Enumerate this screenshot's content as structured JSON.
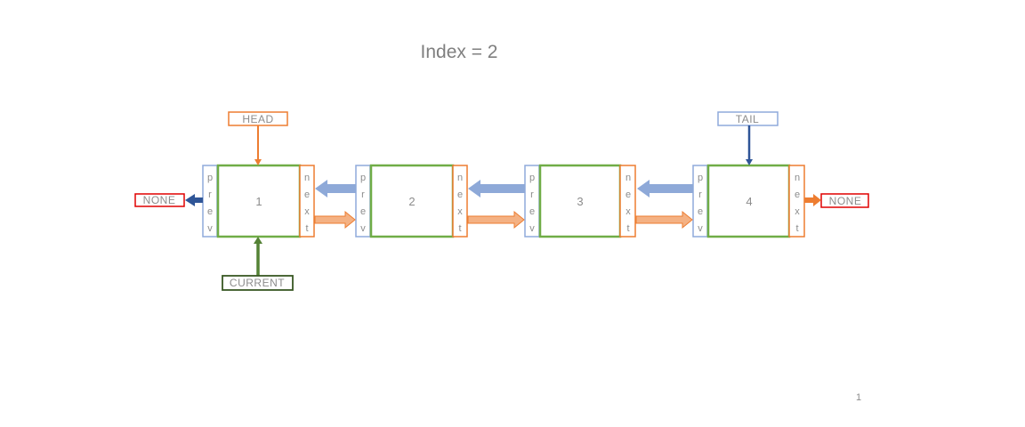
{
  "title": "Index = 2",
  "labels": {
    "head": "HEAD",
    "tail": "TAIL",
    "current": "CURRENT",
    "none_left": "NONE",
    "none_right": "NONE"
  },
  "nodes": [
    {
      "value": "1",
      "prev": [
        "p",
        "r",
        "e",
        "v"
      ],
      "next": [
        "n",
        "e",
        "x",
        "t"
      ]
    },
    {
      "value": "2",
      "prev": [
        "p",
        "r",
        "e",
        "v"
      ],
      "next": [
        "n",
        "e",
        "x",
        "t"
      ]
    },
    {
      "value": "3",
      "prev": [
        "p",
        "r",
        "e",
        "v"
      ],
      "next": [
        "n",
        "e",
        "x",
        "t"
      ]
    },
    {
      "value": "4",
      "prev": [
        "p",
        "r",
        "e",
        "v"
      ],
      "next": [
        "n",
        "e",
        "x",
        "t"
      ]
    }
  ],
  "page_number": "1",
  "colors": {
    "node_border": "#70ad47",
    "prev_border": "#8faadc",
    "next_border": "#ed7d31",
    "prev_arrow": "#8ea9d8",
    "next_arrow": "#f4b183",
    "head": "#ed7d31",
    "tail": "#4472c4",
    "current": "#548235",
    "none_border": "#e00000"
  }
}
